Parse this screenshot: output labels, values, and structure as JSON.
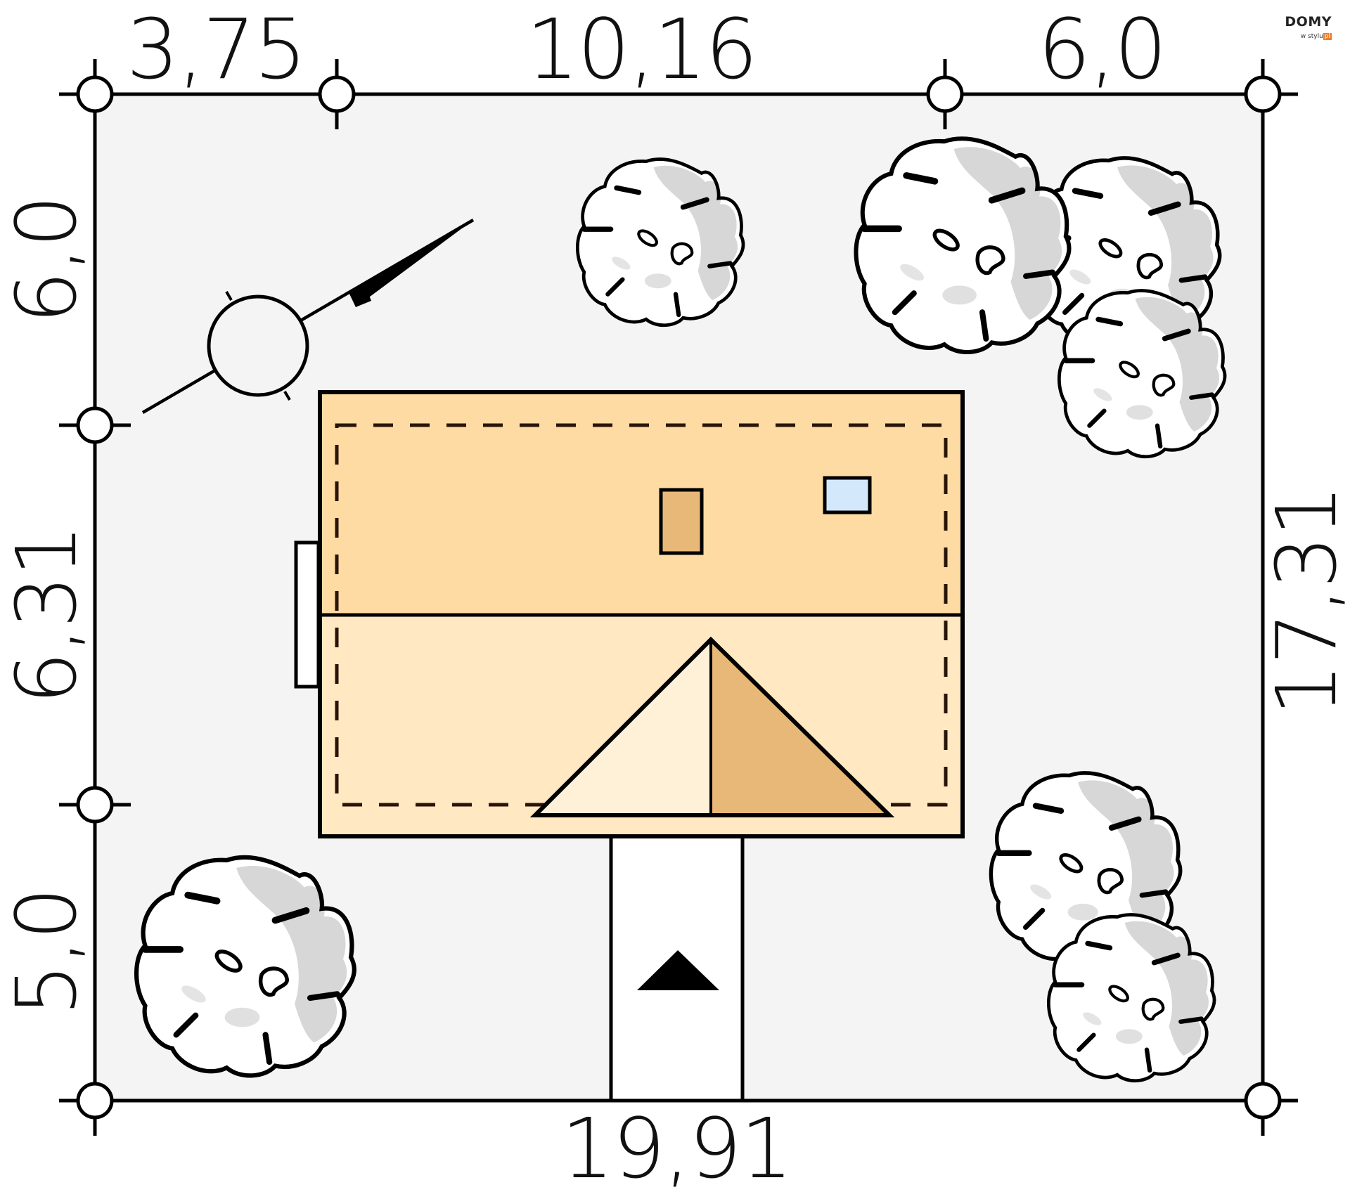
{
  "logo": {
    "main": "DOMY",
    "sub": "w stylu",
    "tld": "pl",
    "accent_color": "#F07D28"
  },
  "dimensions": {
    "top": [
      "3,75",
      "10,16",
      "6,0"
    ],
    "left": [
      "6,0",
      "6,31",
      "5,0"
    ],
    "right": "17,31",
    "bottom": "19,91"
  },
  "plot": {
    "background_color": "#F4F4F4",
    "line_color": "#000000"
  },
  "house": {
    "roof_upper_color": "#FDDBA3",
    "roof_lower_color": "#FFE8C2",
    "gable_left_color": "#FEF1D8",
    "gable_right_color": "#E8B878",
    "chimney_color": "#E8B878",
    "skylight_color": "#D3E9FB"
  },
  "trees": {
    "fill_color": "#FFFFFF",
    "shade_color": "#D7D7D7",
    "count": 7
  },
  "compass": {
    "label": "north-arrow"
  },
  "entrance": {
    "label": "entrance-arrow"
  }
}
